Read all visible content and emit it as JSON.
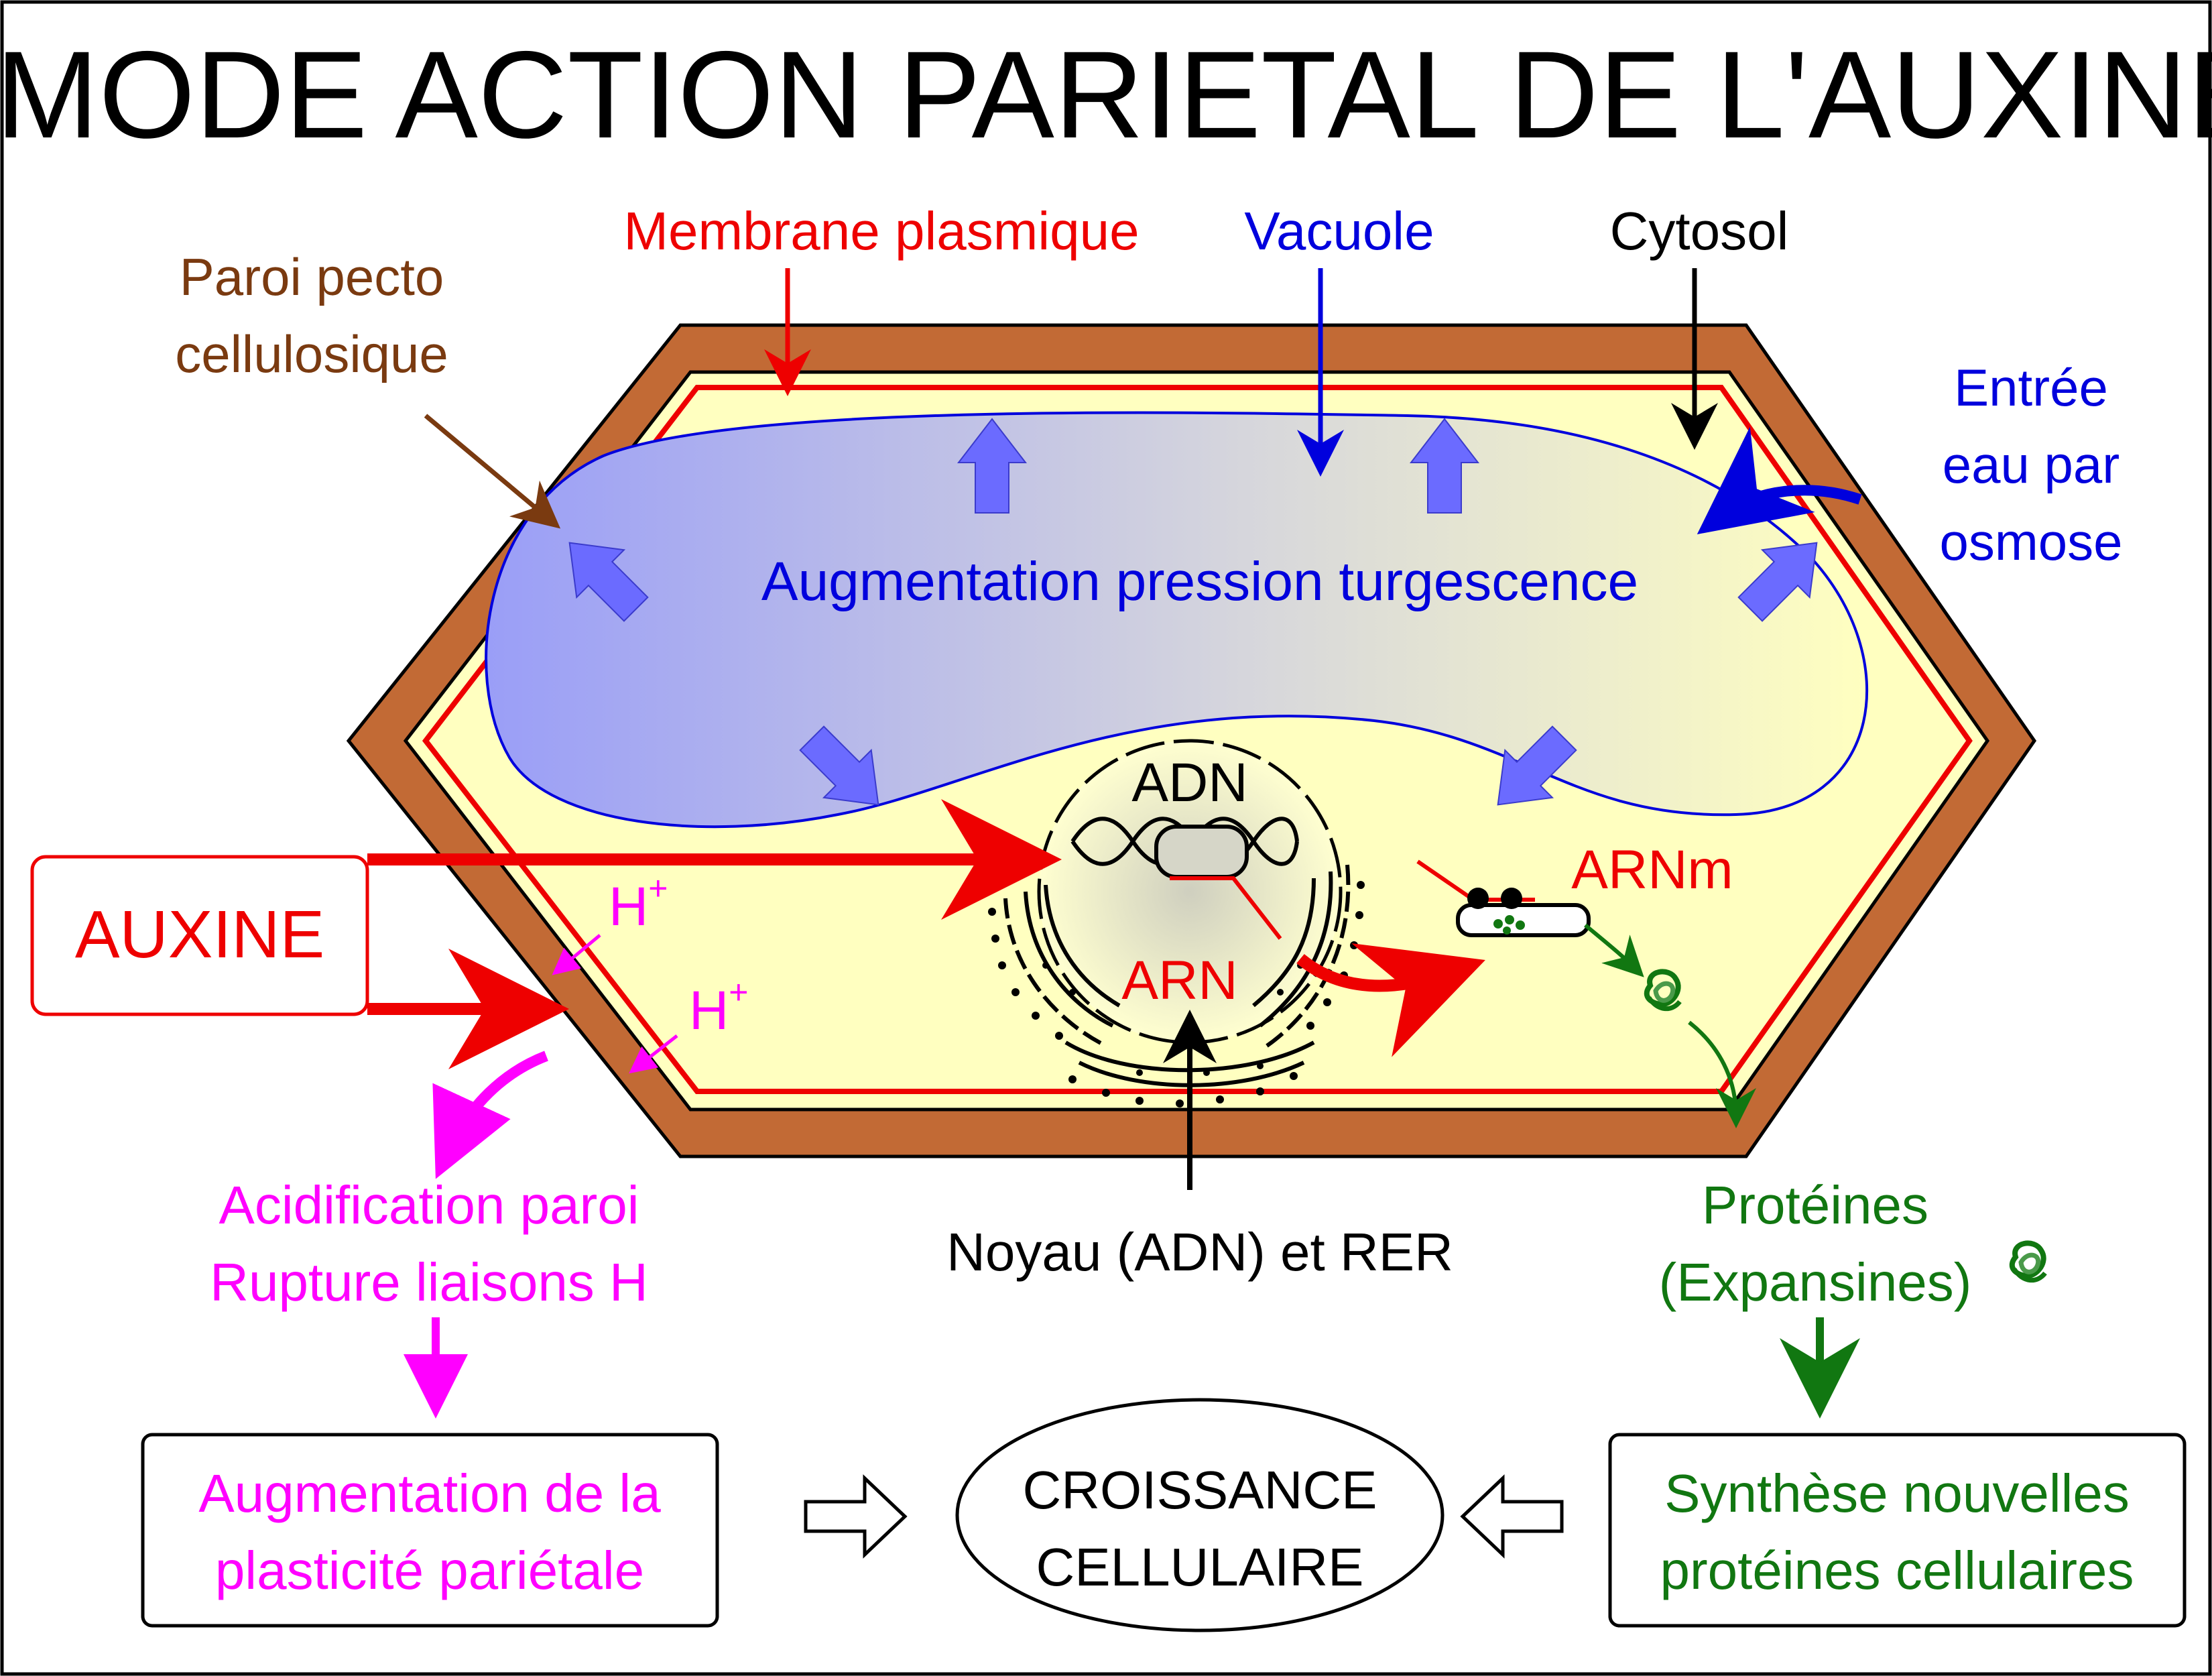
{
  "title": "MODE ACTION PARIETAL DE L'AUXINE",
  "labels": {
    "plasma_membrane": "Membrane plasmique",
    "vacuole": "Vacuole",
    "cytosol": "Cytosol",
    "wall_line1": "Paroi pecto",
    "wall_line2": "cellulosique",
    "water_line1": "Entrée",
    "water_line2": "eau par",
    "water_line3": "osmose",
    "turgor": "Augmentation pression turgescence",
    "auxin": "AUXINE",
    "dna": "ADN",
    "rna": "ARN",
    "mrna": "ARNm",
    "proton": "H",
    "proton_charge": "+",
    "acid_line1": "Acidification paroi",
    "acid_line2": "Rupture liaisons H",
    "nucleus_rer": "Noyau (ADN) et RER",
    "proteins_line1": "Protéines",
    "proteins_line2": "(Expansines)",
    "plasticity_line1": "Augmentation de la",
    "plasticity_line2": "plasticité pariétale",
    "growth_line1": "CROISSANCE",
    "growth_line2": "CELLULAIRE",
    "synthesis_line1": "Synthèse nouvelles",
    "synthesis_line2": "protéines cellulaires"
  },
  "colors": {
    "wall": "#c26a35",
    "cytoplasm": "#ffffc0",
    "membrane": "#ee0000",
    "vacuole_blue": "#0000dd",
    "wall_label": "#7a3a10",
    "acid": "#ff00ff",
    "protein": "#117711",
    "black": "#000000"
  }
}
